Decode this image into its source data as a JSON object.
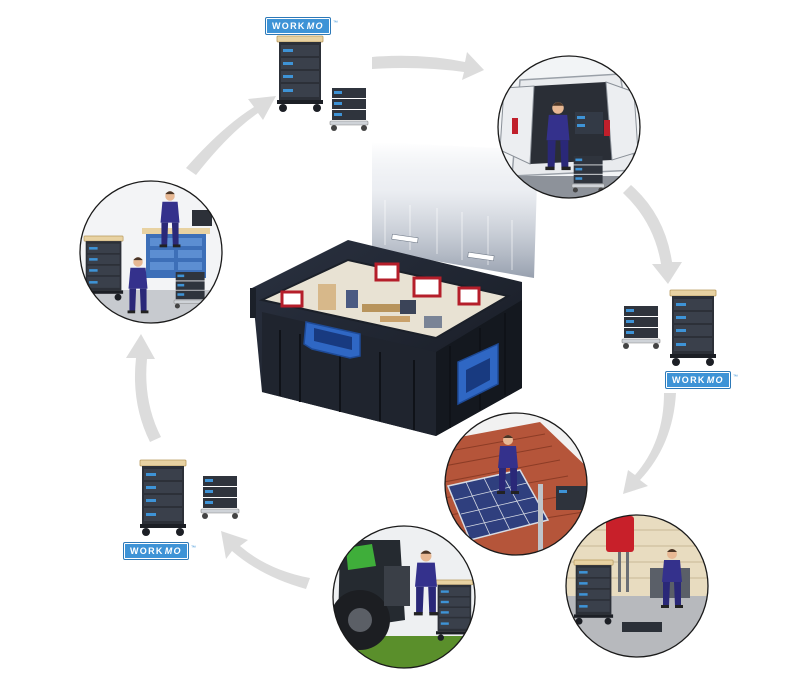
{
  "brand": {
    "word": "WORK",
    "suffix": "MO",
    "tm": "™",
    "accent": "#3e93d6"
  },
  "colors": {
    "case": "#2a3140",
    "case_dark": "#1b2029",
    "handle": "#2f67c4",
    "arrow": "#dcdcdc",
    "workwear": "#34318c",
    "trolley": "#30343c",
    "wood_top": "#e8d2a2"
  },
  "scenes": [
    {
      "id": "van",
      "icons": [
        "van-icon",
        "worker-icon",
        "tool-case-icon"
      ]
    },
    {
      "id": "rooftop-solar",
      "icons": [
        "solar-panel-icon",
        "worker-icon"
      ]
    },
    {
      "id": "boiler-room",
      "icons": [
        "boiler-icon",
        "worker-icon",
        "trolley-icon"
      ]
    },
    {
      "id": "tractor-repair",
      "icons": [
        "tractor-icon",
        "worker-icon",
        "trolley-icon"
      ]
    },
    {
      "id": "workshop",
      "icons": [
        "workbench-icon",
        "worker-icon",
        "trolley-icon"
      ]
    }
  ]
}
